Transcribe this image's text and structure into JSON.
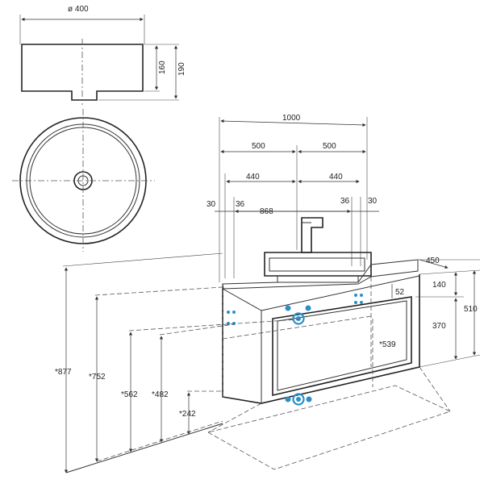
{
  "labels": {
    "diameter": "ø 400",
    "h160": "160",
    "h190": "190",
    "w1000": "1000",
    "w500a": "500",
    "w500b": "500",
    "w440a": "440",
    "w440b": "440",
    "w30a": "30",
    "w36a": "36",
    "w868": "868",
    "w36b": "36",
    "w30b": "30",
    "d450": "450",
    "h140": "140",
    "h52": "52",
    "h510": "510",
    "h370": "370",
    "h539": "*539",
    "h877": "*877",
    "h752": "*752",
    "h562": "*562",
    "h482": "*482",
    "h242": "*242"
  },
  "colors": {
    "line": "#333333",
    "accent_blue": "#2a8fc7",
    "background": "#ffffff"
  }
}
